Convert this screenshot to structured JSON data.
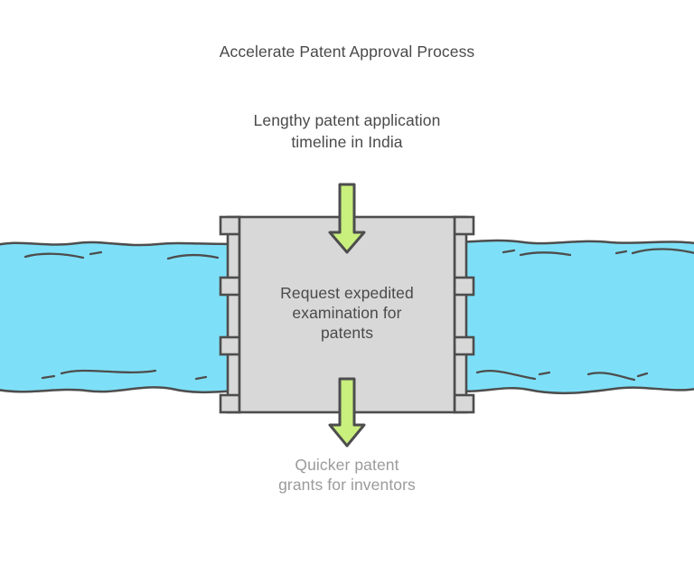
{
  "title": "Accelerate Patent Approval Process",
  "problem": {
    "lines": [
      "Lengthy patent application",
      "timeline in India"
    ]
  },
  "solution": {
    "lines": [
      "Request expedited",
      "examination for",
      "patents"
    ]
  },
  "outcome": {
    "lines": [
      "Quicker patent",
      "grants for inventors"
    ]
  },
  "icons": {
    "top_arrow": "down-arrow",
    "bottom_arrow": "down-arrow"
  },
  "colors": {
    "background": "#FFFFFF",
    "river_fill": "#7EE0F8",
    "outline": "#4D4D4D",
    "box_fill": "#D8D8D8",
    "arrow_fill": "#C9EF7D",
    "text_primary": "#4A4A4A",
    "text_muted": "#9B9B9B"
  }
}
